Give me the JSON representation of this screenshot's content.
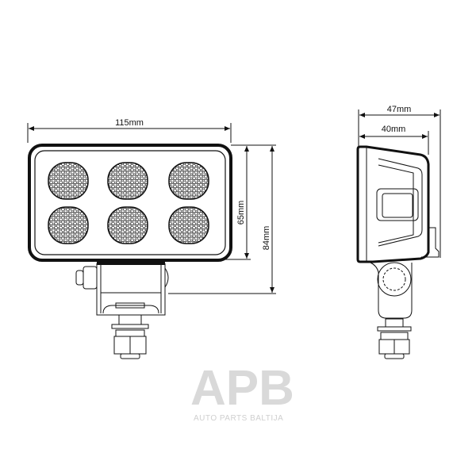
{
  "dimensions": {
    "front_width": "115mm",
    "front_lens_height": "65mm",
    "front_total_height": "84mm",
    "side_total_depth": "47mm",
    "side_body_depth": "40mm"
  },
  "watermark": {
    "logo": "APB",
    "text": "AUTO PARTS BALTIJA"
  },
  "led_count": 6,
  "colors": {
    "line": "#111111",
    "watermark": "#d9d9d9"
  }
}
